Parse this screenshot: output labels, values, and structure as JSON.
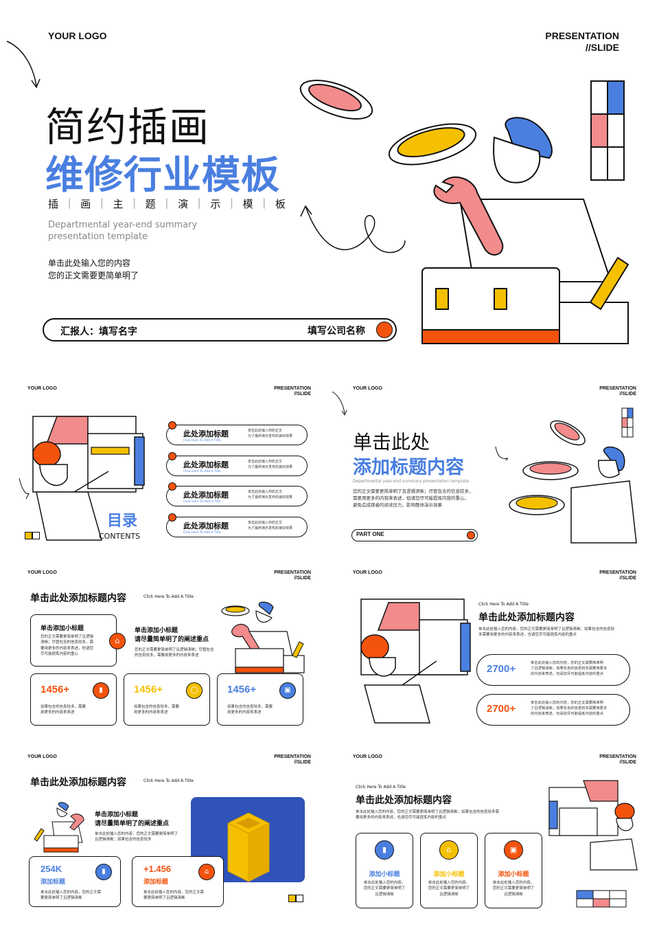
{
  "cover": {
    "logo": "YOUR LOGO",
    "presentation": "PRESENTATION",
    "slide": "//SLIDE",
    "title_line1": "简约插画",
    "title_line2": "维修行业模板",
    "subtitle_chars": [
      "插",
      "画",
      "主",
      "题",
      "演",
      "示",
      "模",
      "板"
    ],
    "en_line1": "Departmental year-end summary",
    "en_line2": "presentation template",
    "body_line1": "单击此处输入您的内容",
    "body_line2": "您的正文需要更简单明了",
    "reporter": "汇报人：填写名字",
    "company": "填写公司名称"
  },
  "common": {
    "logo": "YOUR LOGO",
    "presentation": "PRESENTATION",
    "slide": "//SLIDE",
    "click_title": "Click Here To Add A Title",
    "heading": "单击此处添加标题内容"
  },
  "toc": {
    "title": "目录",
    "contents": "CONTENTS",
    "items": [
      {
        "title": "此处添加标题",
        "en": "Click Here To Add A Title",
        "desc1": "单击此处输入你的正文",
        "desc2": "为了最终演示发布的良好效果"
      },
      {
        "title": "此处添加标题",
        "en": "Click Here To Add A Title",
        "desc1": "单击此处输入你的正文",
        "desc2": "为了最终演示发布的良好效果"
      },
      {
        "title": "此处添加标题",
        "en": "Click Here To Add A Title",
        "desc1": "单击此处输入你的正文",
        "desc2": "为了最终演示发布的良好效果"
      },
      {
        "title": "此处添加标题",
        "en": "Click Here To Add A Title",
        "desc1": "单击此处输入你的正文",
        "desc2": "为了最终演示发布的良好效果"
      }
    ]
  },
  "part": {
    "line1": "单击此处",
    "line2": "添加标题内容",
    "en": "Departmental year-end summary presentation template",
    "body1": "您的正文需要更简单明了且逻辑清晰；尽管包含的信息较多，",
    "body2": "需要用更多的内容来表述，但请您尽可能提炼内容的重心，",
    "body3": "避免造成观者的阅读压力，影响整体演示效果",
    "label": "PART ONE"
  },
  "s4": {
    "box_title": "单击添加小标题",
    "box_body": [
      "您的正文需要更简单明了且逻辑",
      "清晰；尽管包含的信息较多，需",
      "要用更多的内容来表述，但请您",
      "尽可能提炼内容的重心"
    ],
    "mid_title1": "单击添加小标题",
    "mid_title2": "请尽量简单明了的阐述重点",
    "mid_body": [
      "您的正文需要更简单明了且逻辑清晰；尽管包含",
      "的信息较多，需要用更多的内容来表述"
    ],
    "stats": [
      {
        "num": "1456+",
        "body1": "如果包含的信息较多，需要",
        "body2": "用更多的内容来表述"
      },
      {
        "num": "1456+",
        "body1": "如果包含的信息较多，需要",
        "body2": "用更多的内容来表述"
      },
      {
        "num": "1456+",
        "body1": "如果包含的信息较多，需要",
        "body2": "用更多的内容来表述"
      }
    ]
  },
  "s5": {
    "body": [
      "单击此处输入您的内容，您的正文需要更简单明了且逻辑清晰；如果包含的信息较",
      "多需要用更多的内容来表述，也请您尽可能提炼内容的重点"
    ],
    "stats": [
      {
        "num": "2700+",
        "body": [
          "单击此处输入您的内容，您的正文需要简单明",
          "了且逻辑清晰；如果包含的信息较多需要用更多",
          "的内容来表述，也请您尽可能提炼内容的重点"
        ]
      },
      {
        "num": "2700+",
        "body": [
          "单击此处输入您的内容，您的正文需要简单明",
          "了且逻辑清晰；如果包含的信息较多需要用更多",
          "的内容来表述，也请您尽可能提炼内容的重点"
        ]
      }
    ]
  },
  "s6": {
    "mid_title1": "单击添加小标题",
    "mid_title2": "请尽量简单明了的阐述重点",
    "mid_body": [
      "单击此处输入您的内容，您的正文需要更简单明了",
      "且逻辑清晰；如果包含的信息较多"
    ],
    "stats": [
      {
        "num": "254K",
        "label": "添加标题",
        "body1": "单击此处输入您的内容，您的正文需",
        "body2": "要更简单明了且逻辑清晰"
      },
      {
        "num": "+1.456",
        "label": "添加标题",
        "body1": "单击此处输入您的内容，您的正文需",
        "body2": "要更简单明了且逻辑清晰"
      }
    ]
  },
  "s7": {
    "body": [
      "单击此处输入您的内容，您的正文需要更简单明了且逻辑清晰；如果包含的信息较多需",
      "要用更多的内容来表述，也请您尽可能提炼内容的重点"
    ],
    "cards": [
      {
        "label": "添加小标题",
        "body": [
          "单击此处输入您的内容，",
          "您的正文需要更简单明了",
          "且逻辑清晰"
        ]
      },
      {
        "label": "添加小标题",
        "body": [
          "单击此处输入您的内容，",
          "您的正文需要更简单明了",
          "且逻辑清晰"
        ]
      },
      {
        "label": "添加小标题",
        "body": [
          "单击此处输入您的内容，",
          "您的正文需要更简单明了",
          "且逻辑清晰"
        ]
      }
    ]
  },
  "colors": {
    "blue": "#4a7fe0",
    "orange": "#f4530e",
    "yellow": "#f5c000",
    "pink": "#f28b8b"
  }
}
